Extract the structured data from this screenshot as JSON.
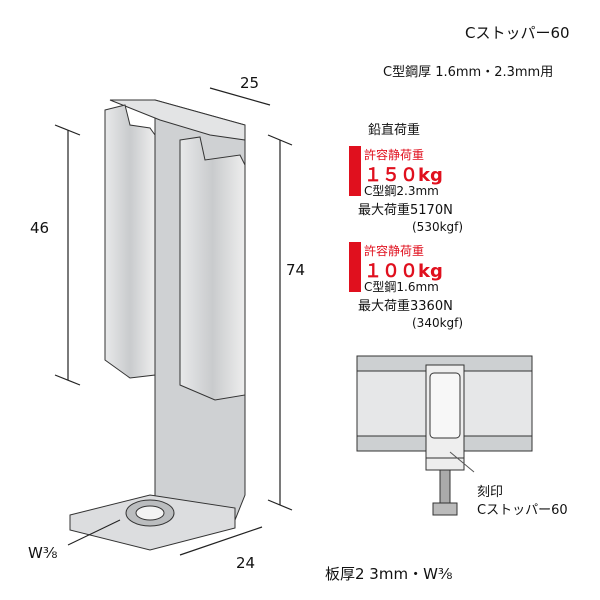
{
  "header": {
    "title": "Cストッパー60",
    "subtitle": "C型鋼厚 1.6mm・2.3mm用"
  },
  "load_section": {
    "heading": "鉛直荷重",
    "specs": [
      {
        "label": "許容静荷重",
        "load": "１５０kg",
        "steel": "C型鋼2.3mm",
        "max_load": "最大荷重5170N",
        "max_load_kgf": "(530kgf)"
      },
      {
        "label": "許容静荷重",
        "load": "１００kg",
        "steel": "C型鋼1.6mm",
        "max_load": "最大荷重3360N",
        "max_load_kgf": "(340kgf)"
      }
    ]
  },
  "dimensions": {
    "width_top": "25",
    "height_slot": "46",
    "height_total": "74",
    "base_width": "24",
    "bolt": "W⅜"
  },
  "install_view": {
    "marking_label": "刻印",
    "marking_text": "Cストッパー60"
  },
  "footer": {
    "plate_spec": "板厚2 3mm・W⅜"
  },
  "colors": {
    "accent_red": "#e0101e",
    "metal": "#d4d6d8",
    "outline": "#333333"
  }
}
